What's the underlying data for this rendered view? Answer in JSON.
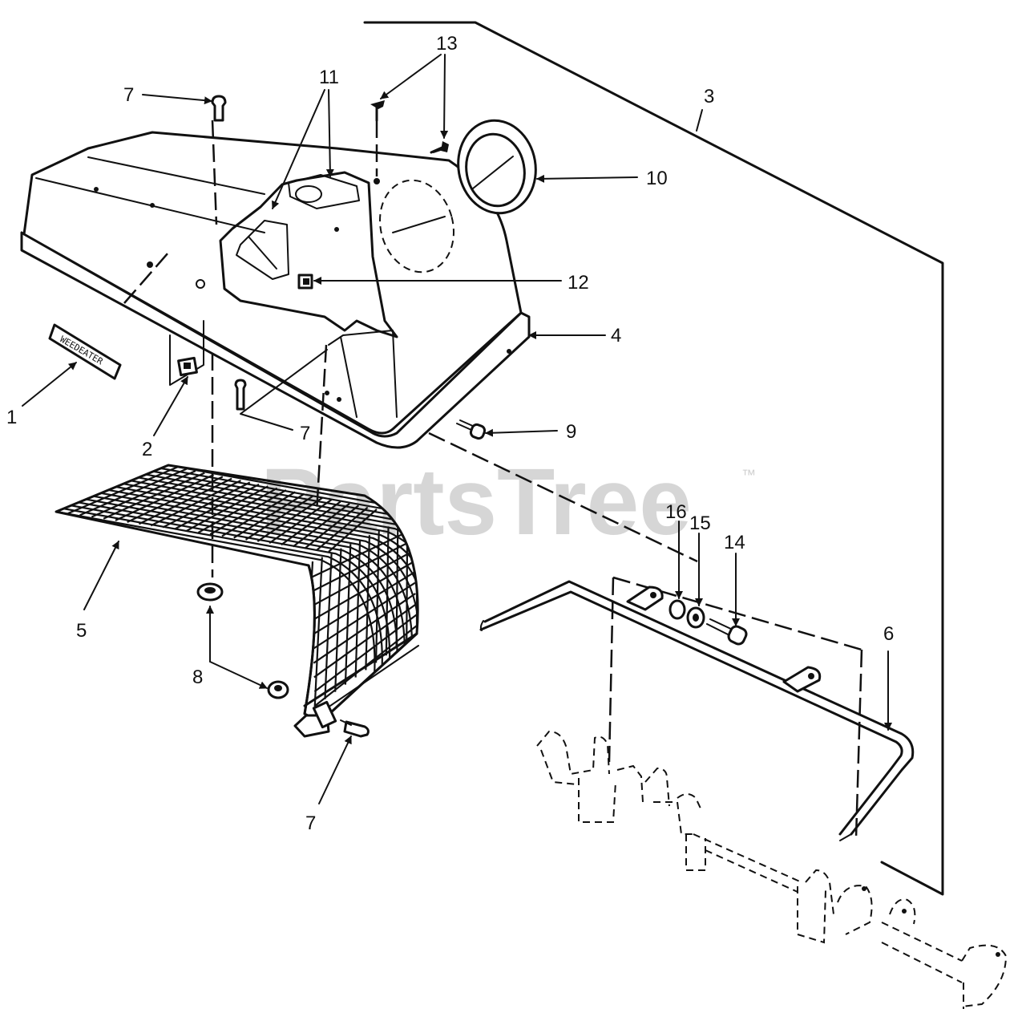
{
  "watermark": "PartsTree",
  "watermark_tm": "™",
  "callouts": {
    "c1": "1",
    "c2": "2",
    "c3": "3",
    "c4": "4",
    "c5": "5",
    "c6": "6",
    "c7a": "7",
    "c7b": "7",
    "c7c": "7",
    "c8": "8",
    "c9": "9",
    "c10": "10",
    "c11": "11",
    "c12": "12",
    "c13": "13",
    "c14": "14",
    "c15": "15",
    "c16": "16"
  }
}
